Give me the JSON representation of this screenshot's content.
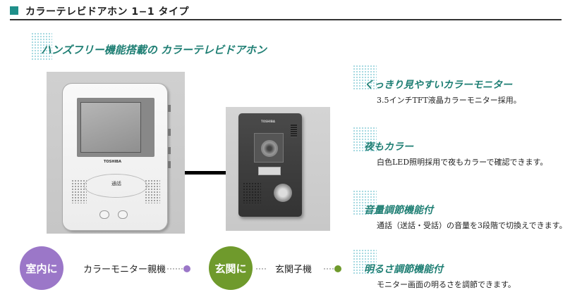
{
  "header": {
    "title": "カラーテレビドアホン 1−1 タイプ",
    "accent_color": "#1f8f8a"
  },
  "main_heading": "ハンズフリー機能搭載の カラーテレビドアホン",
  "monitor": {
    "brand": "TOSHIBA",
    "talk_label": "通話"
  },
  "door_station": {
    "brand": "TOSHIBA"
  },
  "bottom": {
    "indoor": {
      "badge": "室内に",
      "label": "カラーモニター親機",
      "color": "#9b77c8"
    },
    "entrance": {
      "badge": "玄関に",
      "label": "玄関子機",
      "color": "#6f9a2c"
    }
  },
  "features": [
    {
      "title": "くっきり見やすいカラーモニター",
      "desc": "3.5インチTFT液晶カラーモニター採用。"
    },
    {
      "title": "夜もカラー",
      "desc": "白色LED照明採用で夜もカラーで確認できます。"
    },
    {
      "title": "音量調節機能付",
      "desc": "通話（送話・受話）の音量を3段階で切換えできます。"
    },
    {
      "title": "明るさ調節機能付",
      "desc": "モニター画面の明るさを調節できます。"
    }
  ]
}
